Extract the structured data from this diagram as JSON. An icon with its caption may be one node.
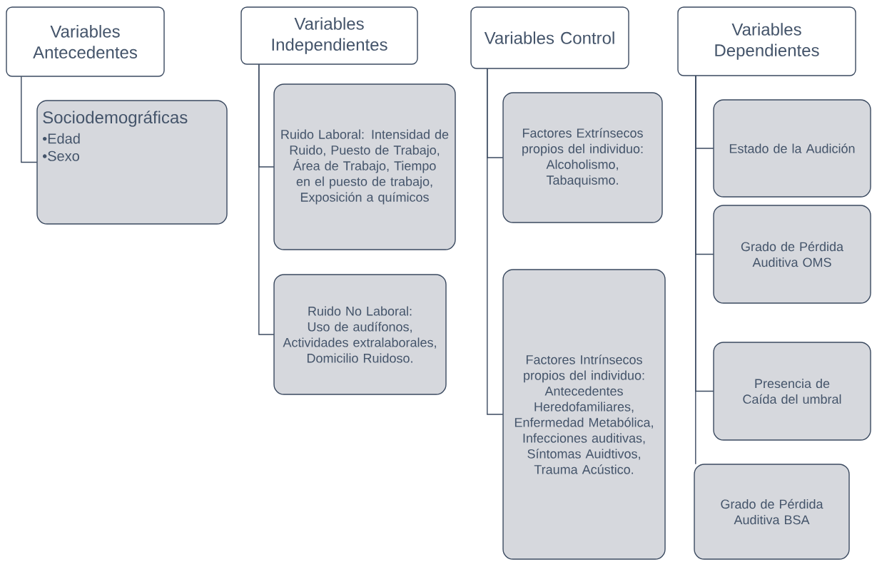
{
  "diagram": {
    "nodes": [
      {
        "text": [
          "Variables Antecedentes"
        ]
      },
      {
        "text": [
          "Sociodemográficas",
          "•Edad",
          "•Sexo"
        ]
      },
      {
        "text": [
          "Variables Independientes"
        ]
      },
      {
        "text": [
          "Ruido Laboral: Intensidad de Ruido, Puesto de Trabajo, Área de Trabajo, Tiempo en el puesto de trabajo, Exposición a químicos"
        ]
      },
      {
        "text": [
          "Ruido No Laboral: Uso de audífonos, Actividades extralaborales, Domicilio Ruidoso."
        ]
      },
      {
        "text": [
          "Variables Control"
        ]
      },
      {
        "text": [
          "Factores Extrínsecos propios del individuo: Alcoholismo, Tabaquismo."
        ]
      },
      {
        "text": [
          "Factores Intrínsecos propios del individuo: Antecedentes Heredofamiliares, Enfermedad Metabólica, Infecciones auditivas, Síntomas Auidtivos, Trauma Acústico."
        ]
      },
      {
        "text": [
          "Variables Dependientes"
        ]
      },
      {
        "text": [
          "Estado de la Audición"
        ]
      },
      {
        "text": [
          "Grado de Pérdida Auditiva OMS"
        ]
      },
      {
        "text": [
          "Presencia de Caída del umbral"
        ]
      },
      {
        "text": [
          "Grado de Pérdida Auditiva BSA"
        ]
      }
    ],
    "edges": [
      {
        "from": 0,
        "to": 1,
        "arrow": "none"
      },
      {
        "from": 2,
        "to": 3,
        "arrow": "none"
      },
      {
        "from": 2,
        "to": 4,
        "arrow": "none"
      },
      {
        "from": 5,
        "to": 6,
        "arrow": "none"
      },
      {
        "from": 5,
        "to": 7,
        "arrow": "none"
      },
      {
        "from": 8,
        "to": 9,
        "arrow": "none"
      },
      {
        "from": 8,
        "to": 10,
        "arrow": "none"
      },
      {
        "from": 8,
        "to": 11,
        "arrow": "none"
      },
      {
        "from": 8,
        "to": 12,
        "arrow": "none"
      }
    ]
  }
}
